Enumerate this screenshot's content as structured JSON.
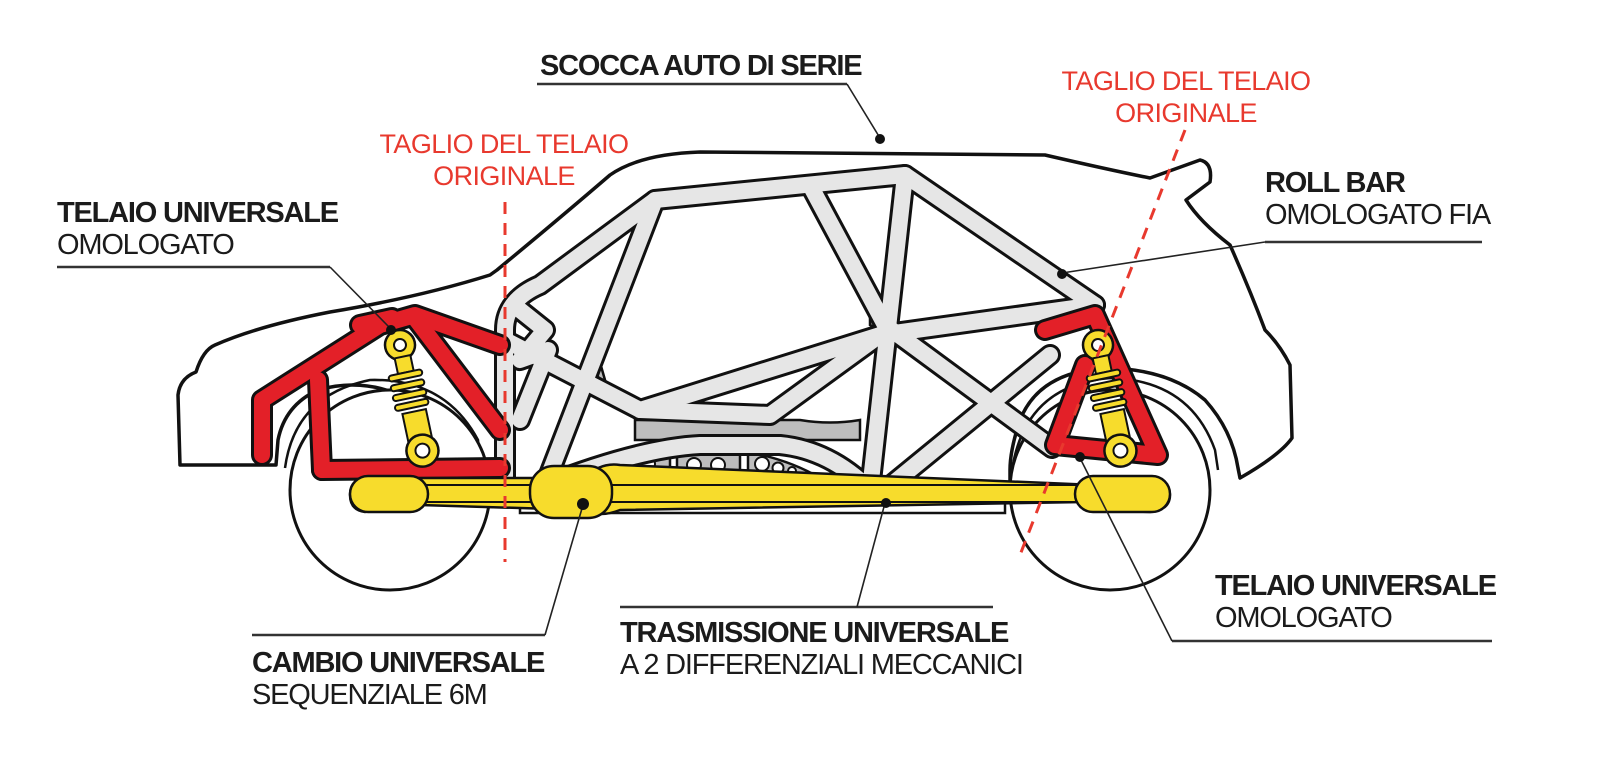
{
  "colors": {
    "chassis_red": "#e32028",
    "drivetrain_yellow": "#f7dc2c",
    "rollcage_gray": "#e6e6e6",
    "gusset_gray": "#bdbdbd",
    "cut_line_red": "#e8392e",
    "text_dark": "#1b1b1b"
  },
  "labels": {
    "body": {
      "title": "SCOCCA AUTO DI SERIE"
    },
    "cut_front": {
      "line1": "TAGLIO DEL TELAIO",
      "line2": "ORIGINALE"
    },
    "cut_rear": {
      "line1": "TAGLIO DEL TELAIO",
      "line2": "ORIGINALE"
    },
    "front_frame": {
      "title": "TELAIO UNIVERSALE",
      "subtitle": "OMOLOGATO"
    },
    "roll_bar": {
      "title": "ROLL BAR",
      "subtitle": "OMOLOGATO FIA"
    },
    "rear_frame": {
      "title": "TELAIO UNIVERSALE",
      "subtitle": "OMOLOGATO"
    },
    "gearbox": {
      "title": "CAMBIO UNIVERSALE",
      "subtitle": "SEQUENZIALE 6M"
    },
    "transmission": {
      "title": "TRASMISSIONE UNIVERSALE",
      "subtitle": "A 2 DIFFERENZIALI MECCANICI"
    }
  },
  "icons": {
    "front_shock": "coilover-shock-icon",
    "rear_shock": "coilover-shock-icon"
  }
}
